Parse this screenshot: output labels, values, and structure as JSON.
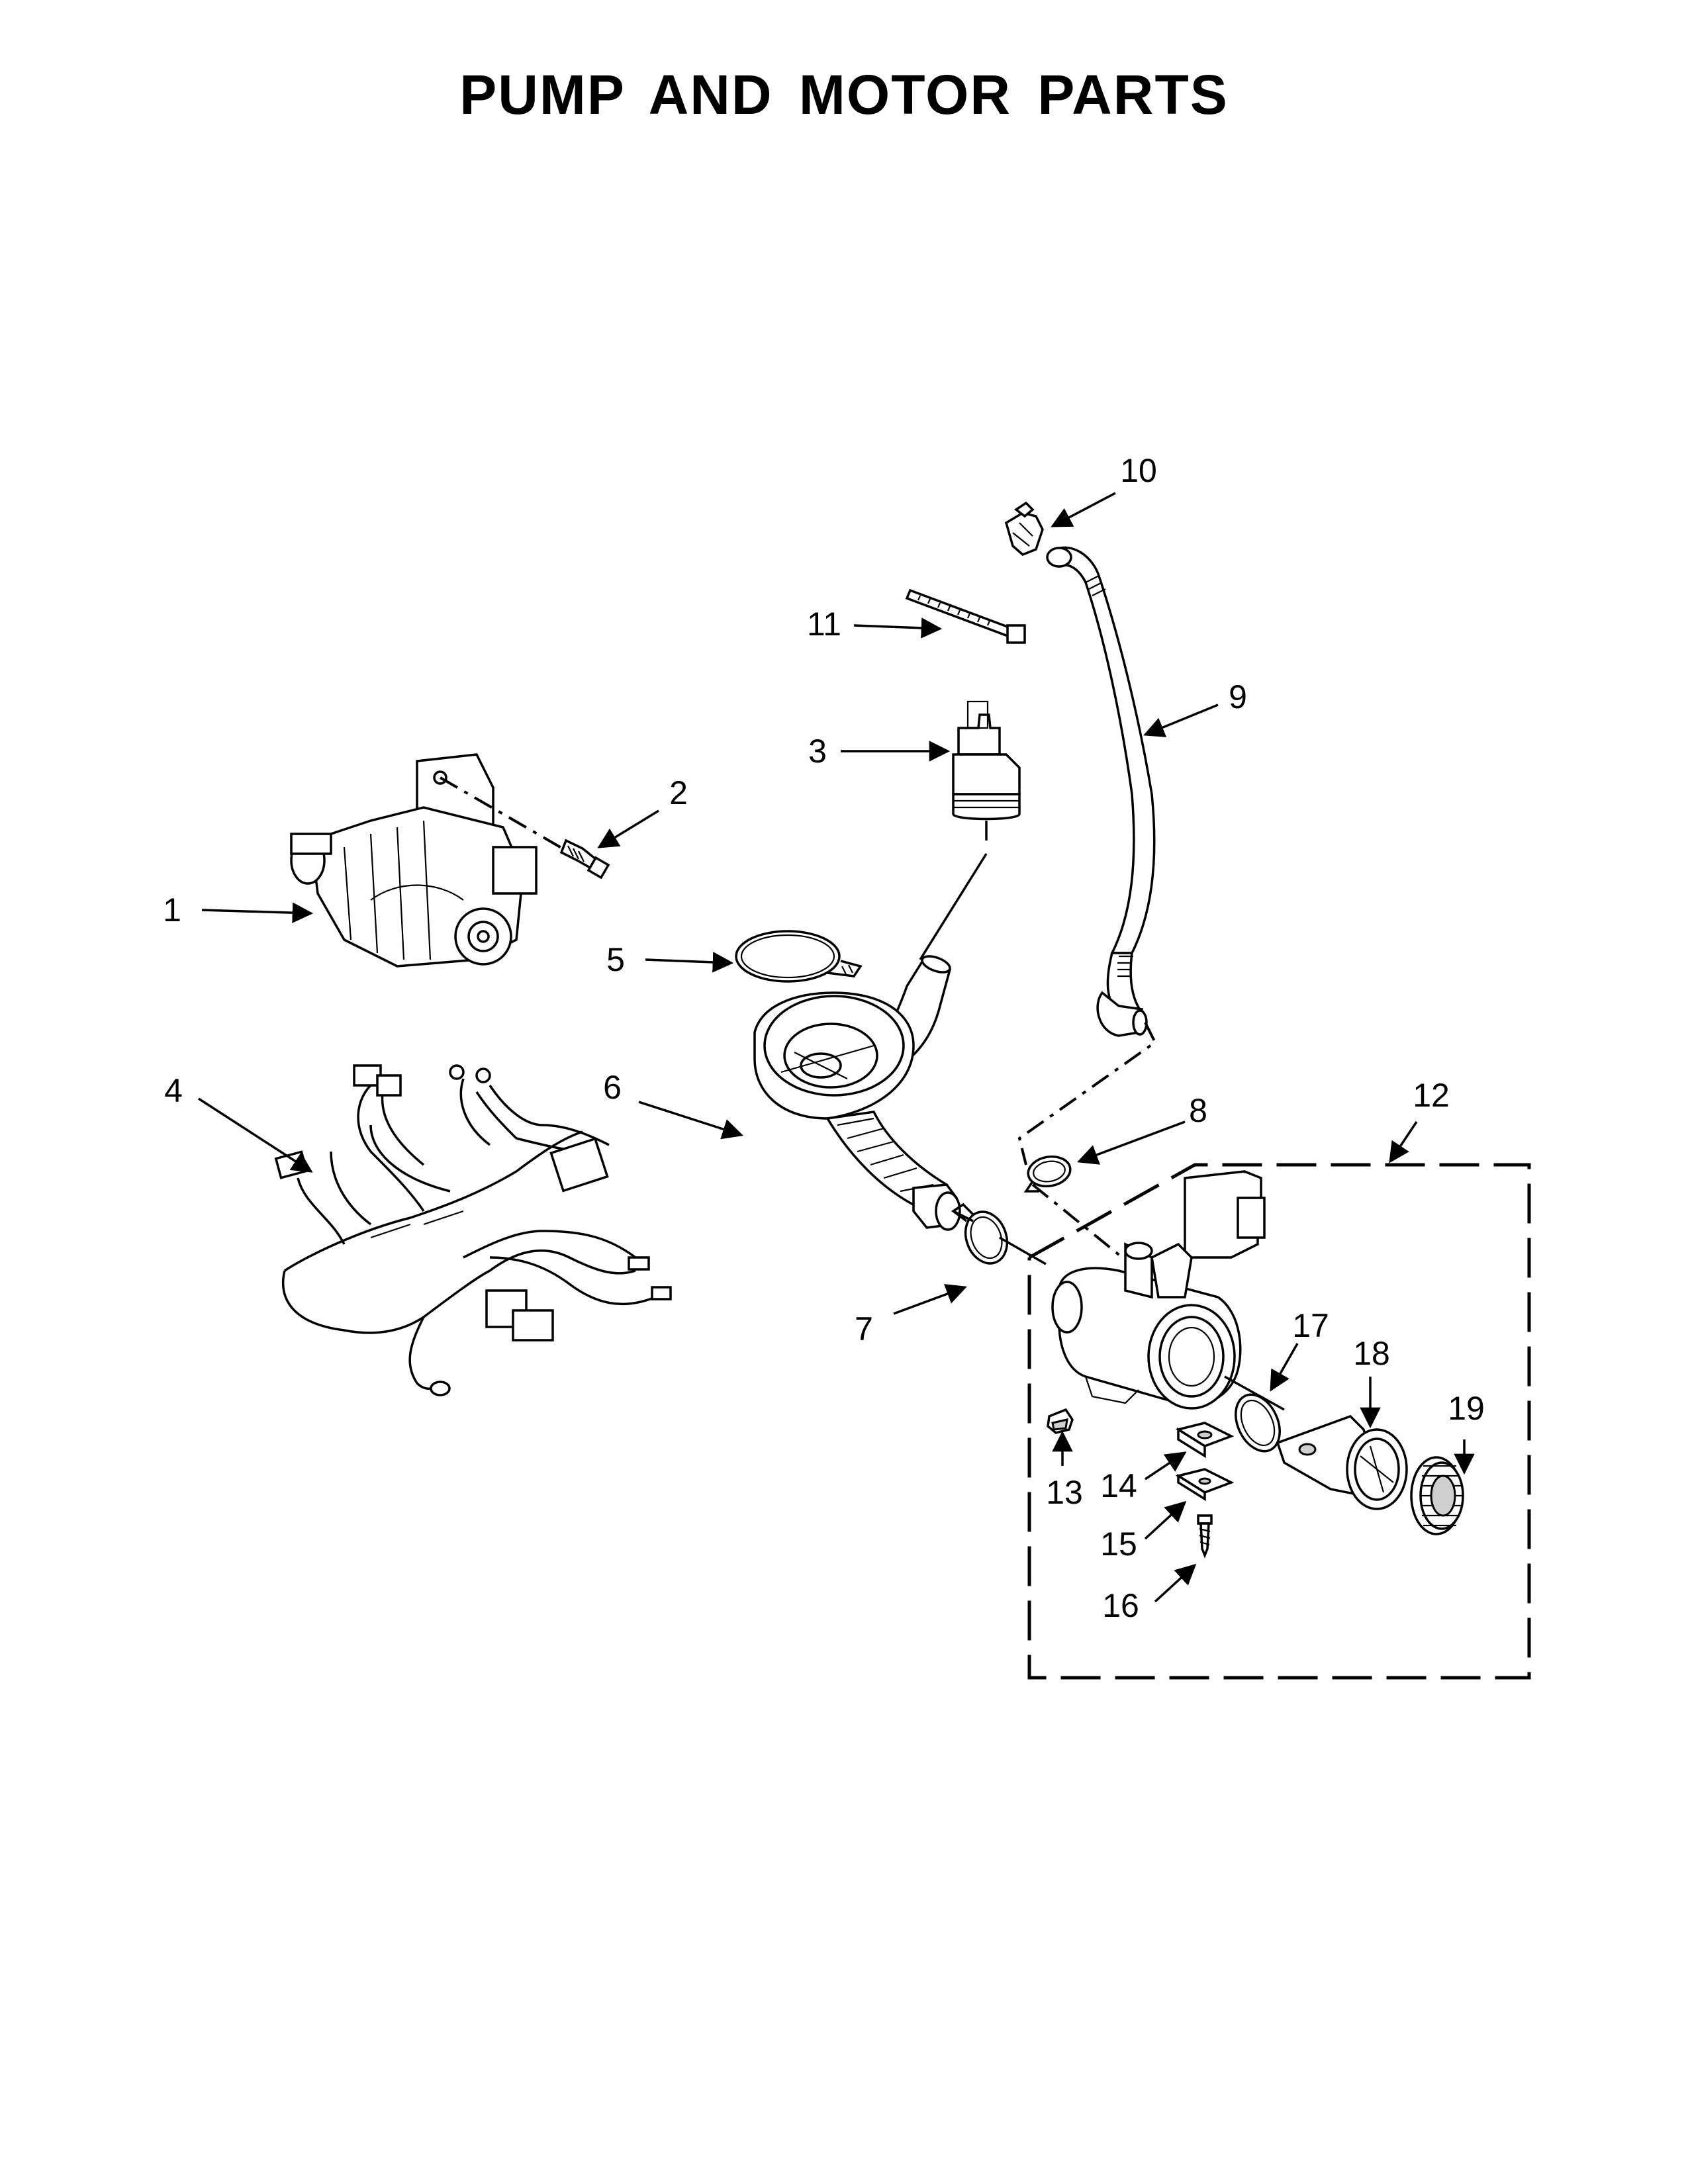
{
  "title": "PUMP AND MOTOR PARTS",
  "callouts": [
    "1",
    "2",
    "3",
    "4",
    "5",
    "6",
    "7",
    "8",
    "9",
    "10",
    "11",
    "12",
    "13",
    "14",
    "15",
    "16",
    "17",
    "18",
    "19"
  ]
}
